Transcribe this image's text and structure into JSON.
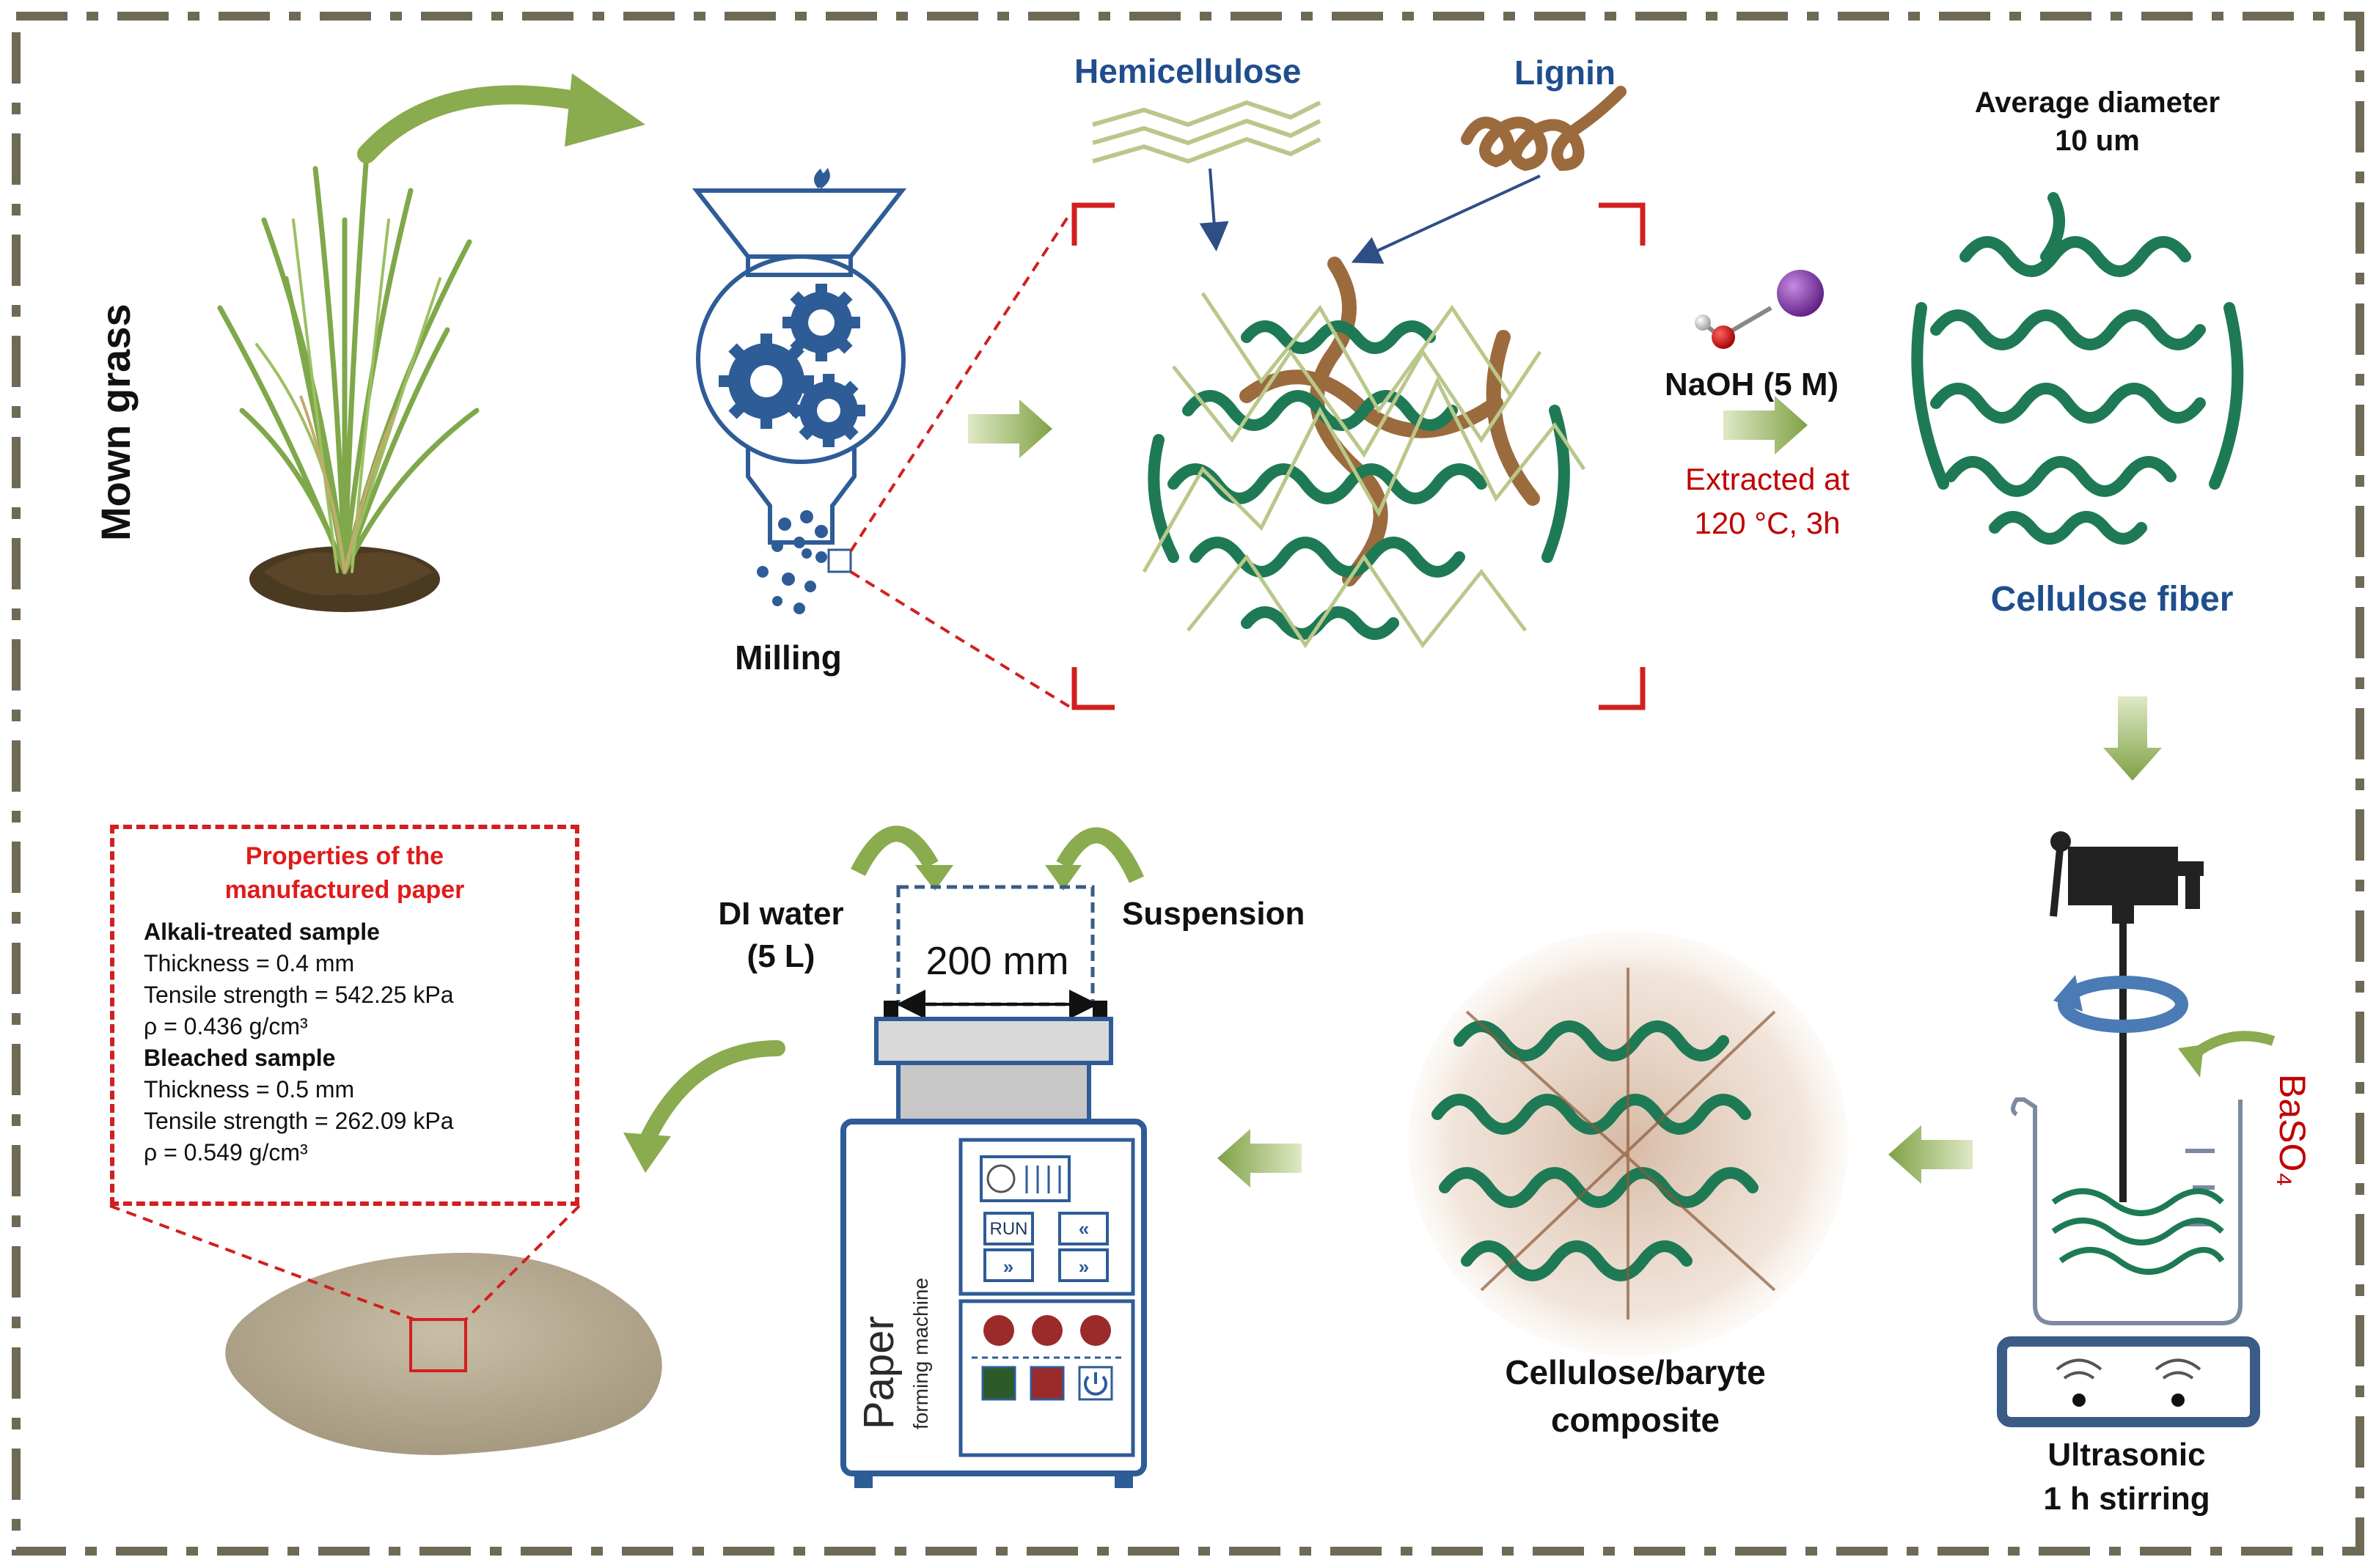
{
  "labels": {
    "mown_grass": "Mown grass",
    "milling": "Milling",
    "hemicellulose": "Hemicellulose",
    "lignin": "Lignin",
    "naoh": "NaOH (5 M)",
    "extracted_line1": "Extracted at",
    "extracted_line2": "120 °C, 3h",
    "avg_diameter_line1": "Average diameter",
    "avg_diameter_line2": "10 um",
    "cellulose_fiber": "Cellulose fiber",
    "baso4": "BaSO₄",
    "ultrasonic_line1": "Ultrasonic",
    "ultrasonic_line2": "1 h stirring",
    "composite_line1": "Cellulose/baryte",
    "composite_line2": "composite",
    "di_water_line1": "DI water",
    "di_water_line2": "(5 L)",
    "suspension": "Suspension",
    "size_200mm": "200 mm"
  },
  "machine": {
    "run_label": "RUN",
    "brand": "Paper",
    "subtitle": "forming machine"
  },
  "properties": {
    "title_line1": "Properties of the",
    "title_line2": "manufactured paper",
    "alkali_heading": "Alkali-treated sample",
    "alkali_thickness": "Thickness = 0.4 mm",
    "alkali_tensile": "Tensile strength = 542.25 kPa",
    "alkali_density": "ρ = 0.436 g/cm³",
    "bleached_heading": "Bleached sample",
    "bleached_thickness": "Thickness = 0.5 mm",
    "bleached_tensile": "Tensile strength = 262.09 kPa",
    "bleached_density": "ρ = 0.549 g/cm³"
  },
  "colors": {
    "border": "#6e6a55",
    "arrow_green": "#8aab4e",
    "protein_green": "#1e7a55",
    "lignin_brown": "#9b6b3e",
    "hemi_green": "#b9c88a",
    "mill_blue": "#2e5c97",
    "zoom_red": "#d21f1f",
    "paper_beige": "#b6ab92",
    "machine_red": "#9b2a2a"
  }
}
